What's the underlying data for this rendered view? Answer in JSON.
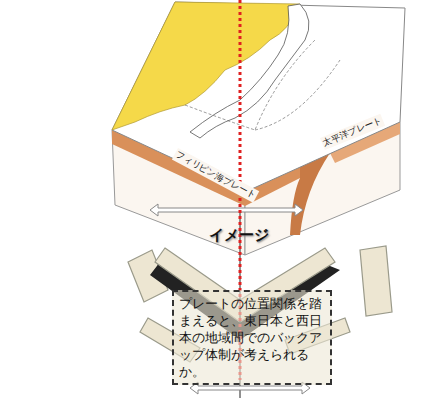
{
  "diagram": {
    "nodes": [
      {
        "text": [
          "プレートの位置関係を踏まえると、東日本と西日本の地域間でのバックアップ体制が考えられるか。"
        ]
      }
    ],
    "labels": [
      "フィリピン海プレート",
      "太平洋プレート",
      "イメージ"
    ]
  }
}
